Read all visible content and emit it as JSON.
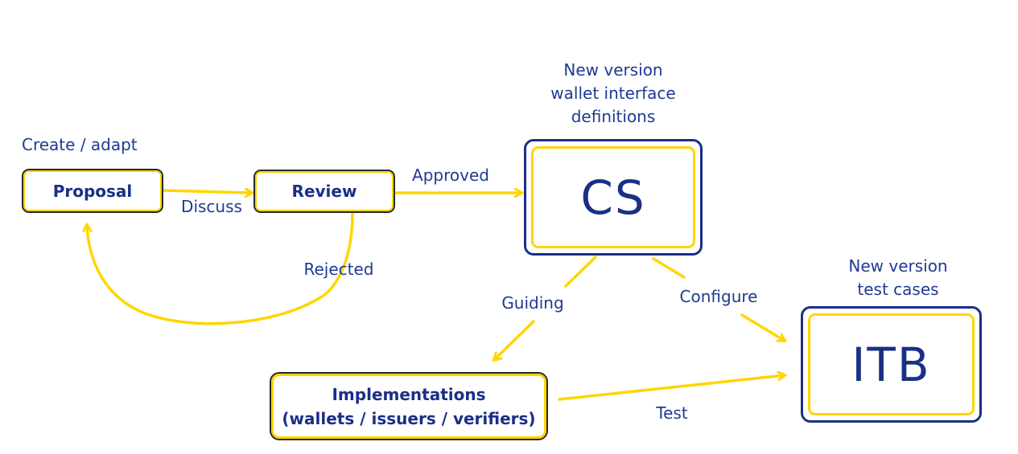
{
  "nodes": {
    "proposal": {
      "label": "Proposal",
      "caption": "Create / adapt"
    },
    "review": {
      "label": "Review"
    },
    "cs": {
      "label": "CS",
      "caption_lines": [
        "New version",
        "wallet interface",
        "definitions"
      ]
    },
    "itb": {
      "label": "ITB",
      "caption_lines": [
        "New version",
        "test cases"
      ]
    },
    "implementations": {
      "label_lines": [
        "Implementations",
        "(wallets / issuers / verifiers)"
      ]
    }
  },
  "edges": {
    "discuss": "Discuss",
    "approved": "Approved",
    "rejected": "Rejected",
    "guiding": "Guiding",
    "configure": "Configure",
    "test": "Test"
  },
  "colors": {
    "navy": "#1a2f86",
    "yellow": "#ffd500",
    "dark": "#2a2a2a"
  }
}
